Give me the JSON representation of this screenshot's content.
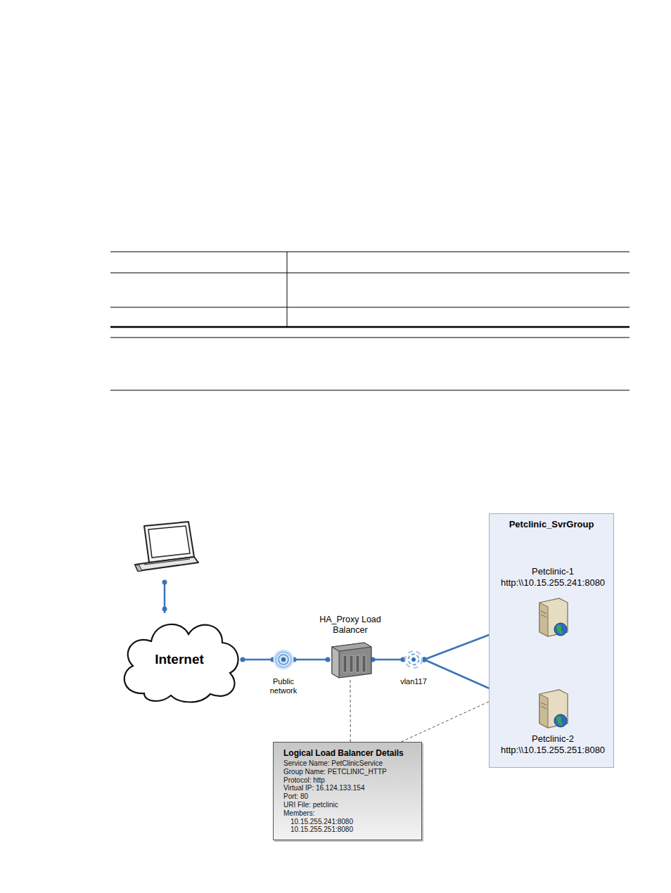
{
  "diagram": {
    "nodes": [
      {
        "text": [
          "Internet"
        ]
      },
      {
        "text": [
          "Public network"
        ]
      },
      {
        "text": [
          "HA_Proxy Load Balancer"
        ]
      },
      {
        "text": [
          "vlan117"
        ]
      },
      {
        "text": [
          "Petclinic_SvrGroup"
        ]
      },
      {
        "text": [
          "Petclinic-1 http:\\\\10.15.255.241:8080"
        ],
        "in": 4
      },
      {
        "text": [
          "Petclinic-2 http:\\\\10.15.255.251:8080"
        ],
        "in": 4
      },
      {
        "text": [
          "Logical Load Balancer Details",
          "Service Name: PetClinicService",
          "Group Name: PETCLINIC_HTTP",
          "Protocol: http",
          "Virtual IP: 16.124.133.154",
          "Port: 80",
          "URI File: petclinic",
          "Members:",
          "10.15.255.241:8080",
          "10.15.255.251:8080"
        ]
      }
    ],
    "edges": [
      {
        "from": 0,
        "to": 1,
        "arrow": "none"
      },
      {
        "from": 1,
        "to": 2,
        "arrow": "none"
      },
      {
        "from": 2,
        "to": 3,
        "arrow": "none"
      },
      {
        "from": 3,
        "to": 5,
        "arrow": "to"
      },
      {
        "from": 3,
        "to": 6,
        "arrow": "to"
      },
      {
        "from": 7,
        "to": 2,
        "arrow": "none"
      },
      {
        "from": 7,
        "to": 4,
        "arrow": "none"
      }
    ]
  }
}
